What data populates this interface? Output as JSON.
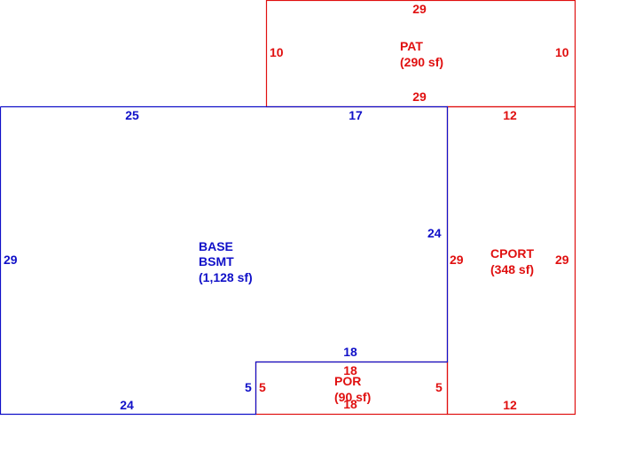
{
  "colors": {
    "base": "#1010c8",
    "addition": "#e01010",
    "background": "#ffffff"
  },
  "areas": {
    "pat": {
      "name": "PAT",
      "area": "(290 sf)"
    },
    "base": {
      "name": "BASE",
      "name2": "BSMT",
      "area": "(1,128 sf)"
    },
    "cport": {
      "name": "CPORT",
      "area": "(348 sf)"
    },
    "por": {
      "name": "POR",
      "area": "(90 sf)"
    }
  },
  "dimensions": {
    "pat": {
      "top": "29",
      "bottom": "29",
      "left": "10",
      "right": "10"
    },
    "base": {
      "top_left": "25",
      "top_right": "17",
      "left": "29",
      "right": "24",
      "notch_top": "18",
      "notch_side": "5",
      "bottom": "24"
    },
    "cport": {
      "top": "12",
      "bottom": "12",
      "left": "29",
      "right": "29"
    },
    "por": {
      "top": "18",
      "bottom": "18",
      "left": "5",
      "right": "5"
    }
  }
}
